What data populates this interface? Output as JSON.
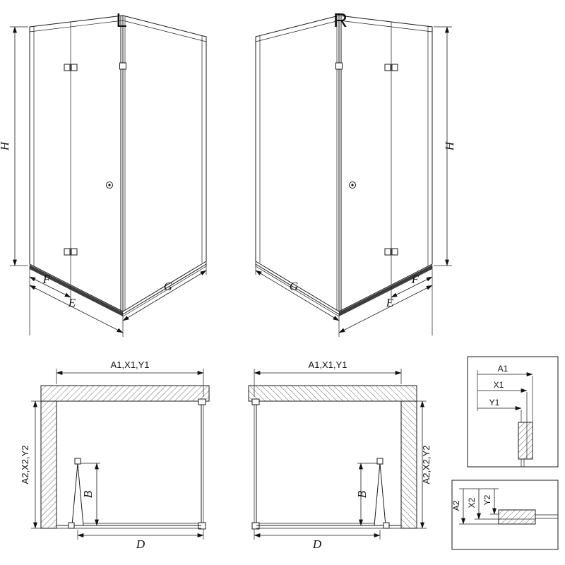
{
  "drawing": {
    "background": "#ffffff",
    "line_color": "#1a1a1a"
  },
  "views": {
    "left_3d": {
      "variant_label": "L",
      "height_label": "H",
      "fixed_width_label": "F",
      "entry_width_label": "E",
      "side_width_label": "G"
    },
    "right_3d": {
      "variant_label": "R",
      "height_label": "H",
      "fixed_width_label": "F",
      "entry_width_label": "E",
      "side_width_label": "G"
    },
    "left_plan": {
      "width_dims_label": "A1,X1,Y1",
      "depth_dims_label": "A2,X2,Y2",
      "fold_depth_label": "B",
      "entry_label": "D"
    },
    "right_plan": {
      "width_dims_label": "A1,X1,Y1",
      "depth_dims_label": "A2,X2,Y2",
      "fold_depth_label": "B",
      "entry_label": "D"
    },
    "detail_top": {
      "dim1_label": "A1",
      "dim2_label": "X1",
      "dim3_label": "Y1"
    },
    "detail_bottom": {
      "dim1_label": "A2",
      "dim2_label": "X2",
      "dim3_label": "Y2"
    }
  }
}
